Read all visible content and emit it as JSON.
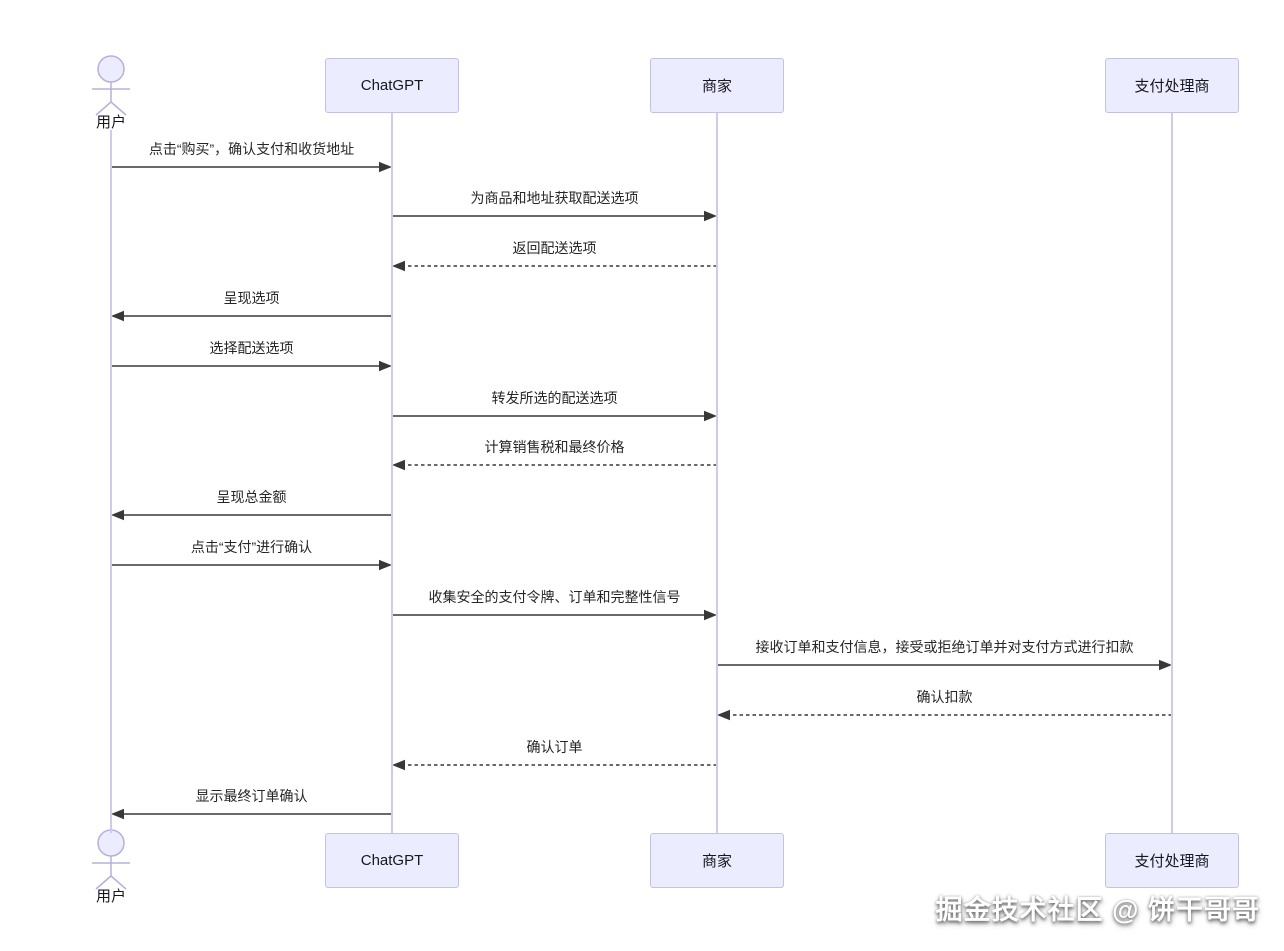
{
  "diagram": {
    "type": "sequence",
    "actors": [
      {
        "id": "user",
        "label": "用户",
        "shape": "actor"
      },
      {
        "id": "chatgpt",
        "label": "ChatGPT",
        "shape": "participant"
      },
      {
        "id": "merchant",
        "label": "商家",
        "shape": "participant"
      },
      {
        "id": "payment",
        "label": "支付处理商",
        "shape": "participant"
      }
    ],
    "messages": [
      {
        "from": "user",
        "to": "chatgpt",
        "text": "点击“购买”，确认支付和收货地址",
        "line": "solid"
      },
      {
        "from": "chatgpt",
        "to": "merchant",
        "text": "为商品和地址获取配送选项",
        "line": "solid"
      },
      {
        "from": "merchant",
        "to": "chatgpt",
        "text": "返回配送选项",
        "line": "dashed"
      },
      {
        "from": "chatgpt",
        "to": "user",
        "text": "呈现选项",
        "line": "solid"
      },
      {
        "from": "user",
        "to": "chatgpt",
        "text": "选择配送选项",
        "line": "solid"
      },
      {
        "from": "chatgpt",
        "to": "merchant",
        "text": "转发所选的配送选项",
        "line": "solid"
      },
      {
        "from": "merchant",
        "to": "chatgpt",
        "text": "计算销售税和最终价格",
        "line": "dashed"
      },
      {
        "from": "chatgpt",
        "to": "user",
        "text": "呈现总金额",
        "line": "solid"
      },
      {
        "from": "user",
        "to": "chatgpt",
        "text": "点击“支付”进行确认",
        "line": "solid"
      },
      {
        "from": "chatgpt",
        "to": "merchant",
        "text": "收集安全的支付令牌、订单和完整性信号",
        "line": "solid"
      },
      {
        "from": "merchant",
        "to": "payment",
        "text": "接收订单和支付信息，接受或拒绝订单并对支付方式进行扣款",
        "line": "solid"
      },
      {
        "from": "payment",
        "to": "merchant",
        "text": "确认扣款",
        "line": "dashed"
      },
      {
        "from": "merchant",
        "to": "chatgpt",
        "text": "确认订单",
        "line": "dashed"
      },
      {
        "from": "chatgpt",
        "to": "user",
        "text": "显示最终订单确认",
        "line": "solid"
      }
    ],
    "colors": {
      "participant_fill": "#ECECFF",
      "participant_border": "#c5c1e6",
      "lifeline": "#cfcbe9",
      "arrow": "#383838",
      "message_text": "#262626"
    }
  },
  "watermark": {
    "text": "掘金技术社区 @ 饼干哥哥"
  }
}
